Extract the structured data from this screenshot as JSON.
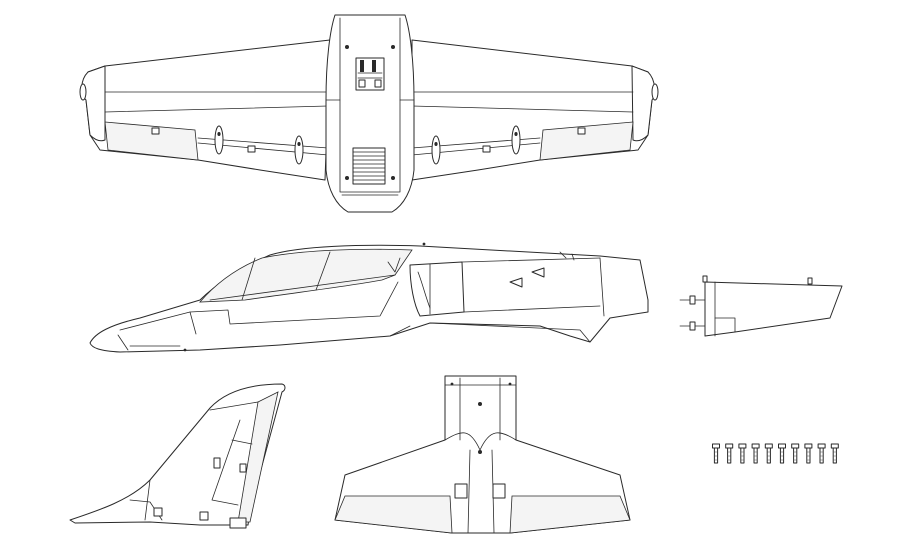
{
  "diagram": {
    "parts": [
      {
        "id": "main-wing",
        "kind": "wing assembly (top view)"
      },
      {
        "id": "fuselage",
        "kind": "fuselage (side view)"
      },
      {
        "id": "tail-cone",
        "kind": "rear fuselage section"
      },
      {
        "id": "vertical-stabilizer",
        "kind": "vertical fin with rudder"
      },
      {
        "id": "horizontal-stabilizer",
        "kind": "horizontal tail with elevators"
      },
      {
        "id": "screw-set",
        "kind": "mounting screws",
        "count": 10
      }
    ],
    "line_color": "#2a2a2a",
    "background": "#ffffff"
  }
}
